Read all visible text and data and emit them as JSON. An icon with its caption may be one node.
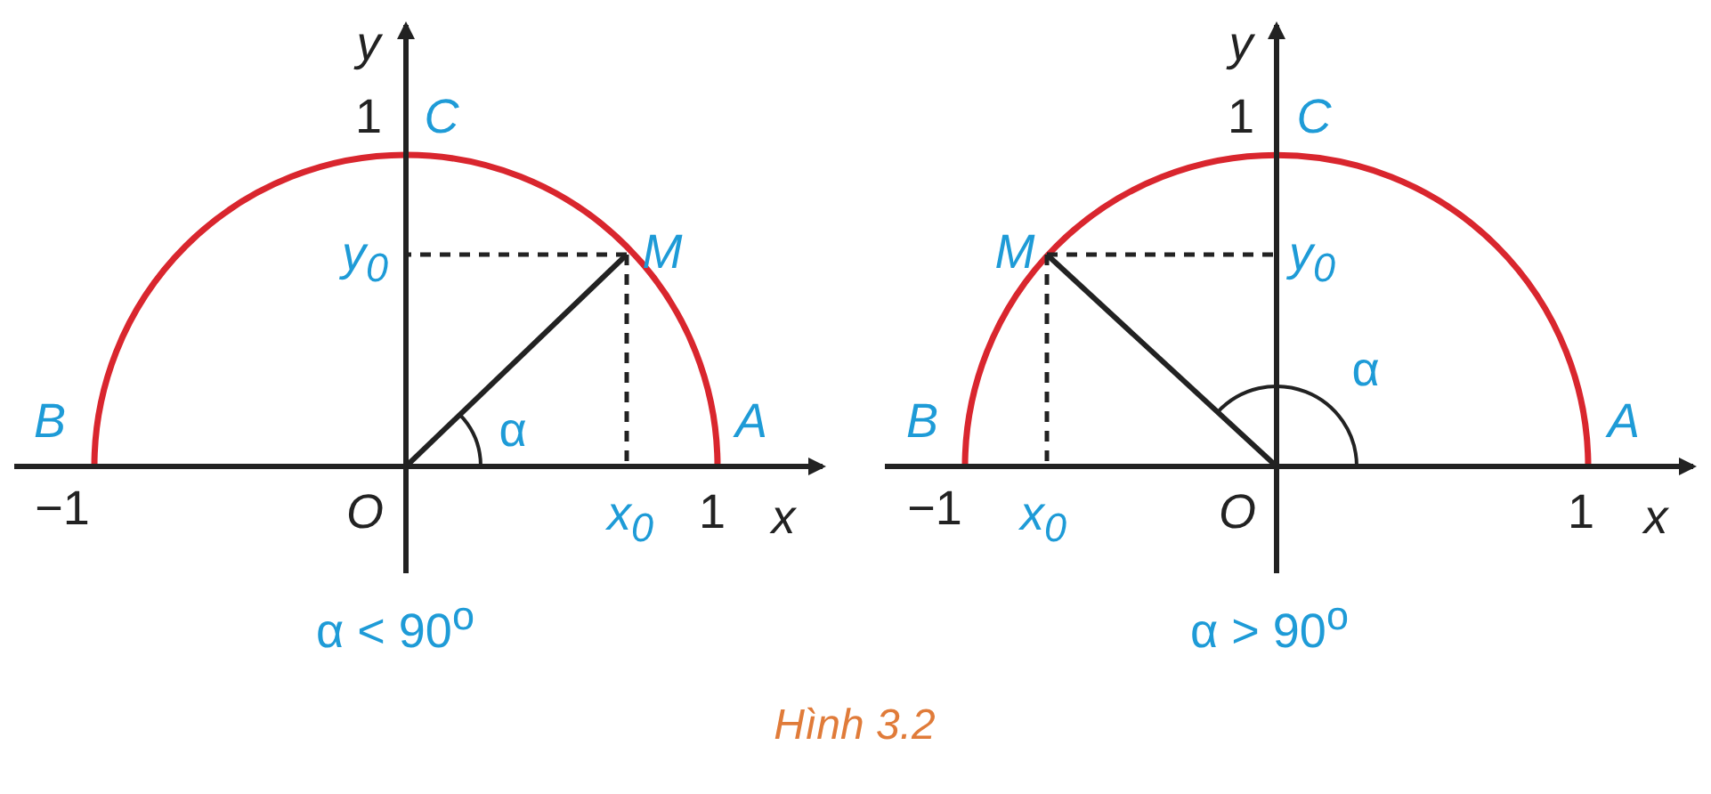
{
  "diagram": {
    "caption": "Hình 3.2",
    "labels": [
      "y",
      "1",
      "C",
      "y$_{0}$",
      "M",
      "B",
      "α",
      "A",
      "−1",
      "O",
      "x$_{0}$",
      "1",
      "x",
      "α < 90$^{o}$",
      "y",
      "1",
      "C",
      "M",
      "y$_{0}$",
      "α",
      "B",
      "A",
      "−1",
      "x$_{0}$",
      "O",
      "1",
      "x",
      "α > 90$^{o}$"
    ]
  }
}
